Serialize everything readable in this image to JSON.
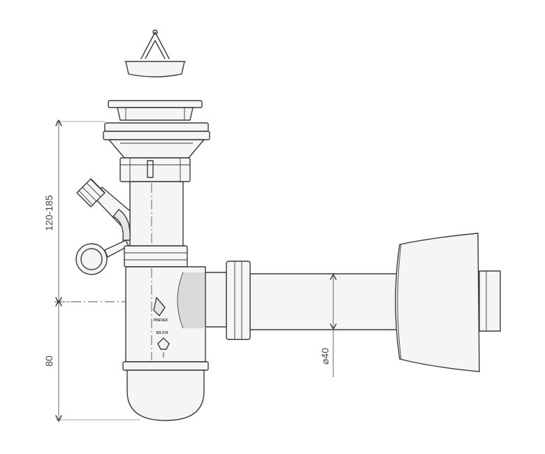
{
  "dimensions": {
    "height_top": "120-185",
    "height_bottom": "80",
    "diameter": "⌀40"
  },
  "markings": {
    "brand": "PREVEX",
    "standard": "EN 274"
  },
  "colors": {
    "line": "#3a3a3a",
    "fill": "#f5f5f5",
    "shade": "#dadada"
  }
}
